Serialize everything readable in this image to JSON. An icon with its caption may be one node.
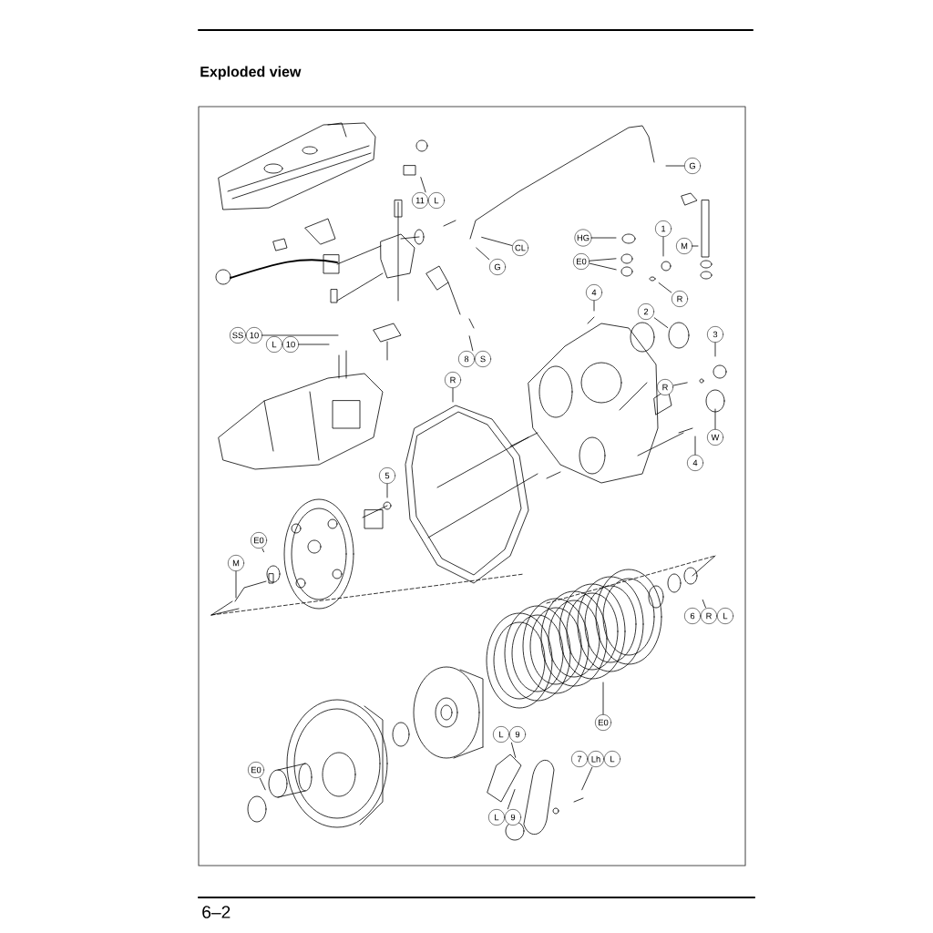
{
  "diagram": {
    "title": "Exploded view",
    "nodes": [
      {
        "text": [
          "11",
          "L"
        ]
      },
      {
        "text": [
          "G"
        ]
      },
      {
        "text": [
          "CL"
        ]
      },
      {
        "text": [
          "G"
        ]
      },
      {
        "text": [
          "HG"
        ]
      },
      {
        "text": [
          "M"
        ]
      },
      {
        "text": [
          "1"
        ]
      },
      {
        "text": [
          "E0"
        ]
      },
      {
        "text": [
          "R"
        ]
      },
      {
        "text": [
          "4"
        ]
      },
      {
        "text": [
          "2"
        ]
      },
      {
        "text": [
          "3"
        ]
      },
      {
        "text": [
          "SS",
          "10"
        ]
      },
      {
        "text": [
          "L",
          "10"
        ]
      },
      {
        "text": [
          "8",
          "S"
        ]
      },
      {
        "text": [
          "R"
        ]
      },
      {
        "text": [
          "R"
        ]
      },
      {
        "text": [
          "W"
        ]
      },
      {
        "text": [
          "4"
        ]
      },
      {
        "text": [
          "5"
        ]
      },
      {
        "text": [
          "E0"
        ]
      },
      {
        "text": [
          "M"
        ]
      },
      {
        "text": [
          "6",
          "R",
          "L"
        ]
      },
      {
        "text": [
          "E0"
        ]
      },
      {
        "text": [
          "L",
          "9"
        ]
      },
      {
        "text": [
          "7",
          "Lh",
          "L"
        ]
      },
      {
        "text": [
          "E0"
        ]
      },
      {
        "text": [
          "L",
          "9"
        ]
      }
    ],
    "edges": [
      {
        "from": 0,
        "to": null,
        "arrow": "none"
      },
      {
        "from": 1,
        "to": null,
        "arrow": "none"
      },
      {
        "from": 2,
        "to": null,
        "arrow": "none"
      },
      {
        "from": 3,
        "to": null,
        "arrow": "none"
      },
      {
        "from": 4,
        "to": null,
        "arrow": "none"
      },
      {
        "from": 5,
        "to": null,
        "arrow": "none"
      },
      {
        "from": 6,
        "to": null,
        "arrow": "none"
      },
      {
        "from": 7,
        "to": null,
        "arrow": "none"
      },
      {
        "from": 7,
        "to": null,
        "arrow": "none"
      },
      {
        "from": 8,
        "to": null,
        "arrow": "none"
      },
      {
        "from": 9,
        "to": null,
        "arrow": "none"
      },
      {
        "from": 10,
        "to": null,
        "arrow": "none"
      },
      {
        "from": 11,
        "to": null,
        "arrow": "none"
      },
      {
        "from": 12,
        "to": null,
        "arrow": "none"
      },
      {
        "from": 13,
        "to": null,
        "arrow": "none"
      },
      {
        "from": 14,
        "to": null,
        "arrow": "none"
      },
      {
        "from": 15,
        "to": null,
        "arrow": "none"
      },
      {
        "from": 16,
        "to": null,
        "arrow": "none"
      },
      {
        "from": 17,
        "to": null,
        "arrow": "none"
      },
      {
        "from": 18,
        "to": null,
        "arrow": "none"
      },
      {
        "from": 19,
        "to": null,
        "arrow": "none"
      },
      {
        "from": 20,
        "to": null,
        "arrow": "none"
      },
      {
        "from": 21,
        "to": null,
        "arrow": "none"
      },
      {
        "from": 22,
        "to": null,
        "arrow": "none"
      },
      {
        "from": 23,
        "to": null,
        "arrow": "none"
      },
      {
        "from": 24,
        "to": null,
        "arrow": "none"
      },
      {
        "from": 25,
        "to": null,
        "arrow": "none"
      },
      {
        "from": 26,
        "to": null,
        "arrow": "none"
      },
      {
        "from": 27,
        "to": null,
        "arrow": "none"
      }
    ],
    "labels": [
      "6–2"
    ]
  }
}
